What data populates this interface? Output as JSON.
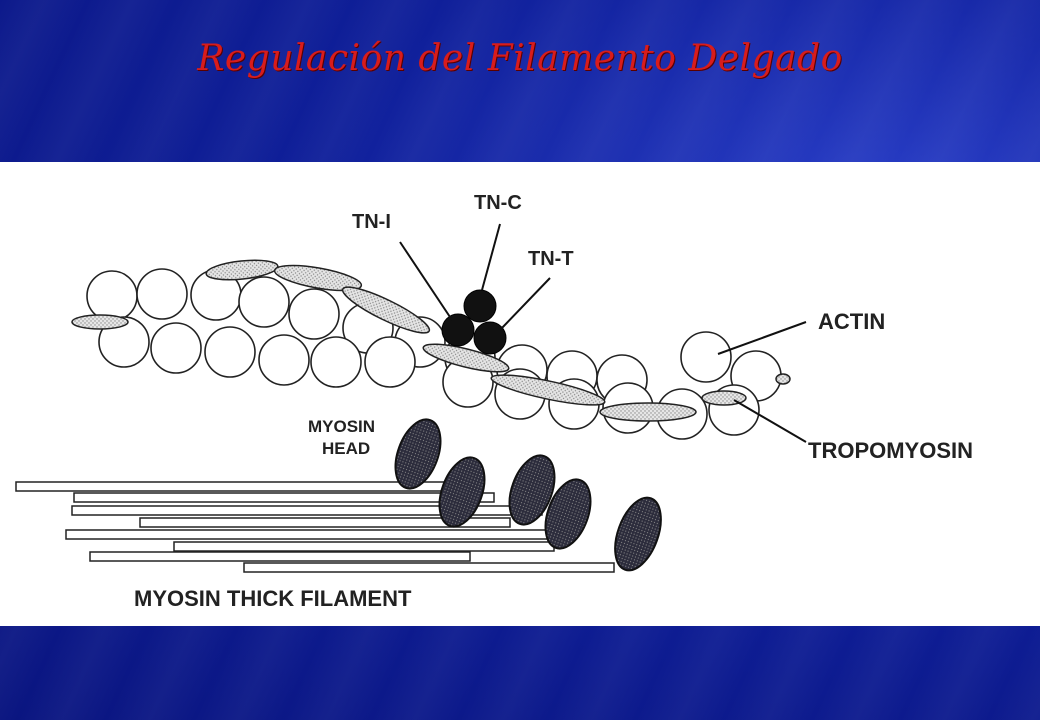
{
  "slide": {
    "title": "Regulación del  Filamento Delgado",
    "background_color": "#0f1f9a",
    "title_color": "#d81c1c"
  },
  "diagram": {
    "labels": {
      "tn_i": "TN-I",
      "tn_c": "TN-C",
      "tn_t": "TN-T",
      "actin": "ACTIN",
      "myosin_head_line1": "MYOSIN",
      "myosin_head_line2": "HEAD",
      "tropomyosin": "TROPOMYOSIN",
      "thick_filament": "MYOSIN THICK FILAMENT"
    }
  }
}
